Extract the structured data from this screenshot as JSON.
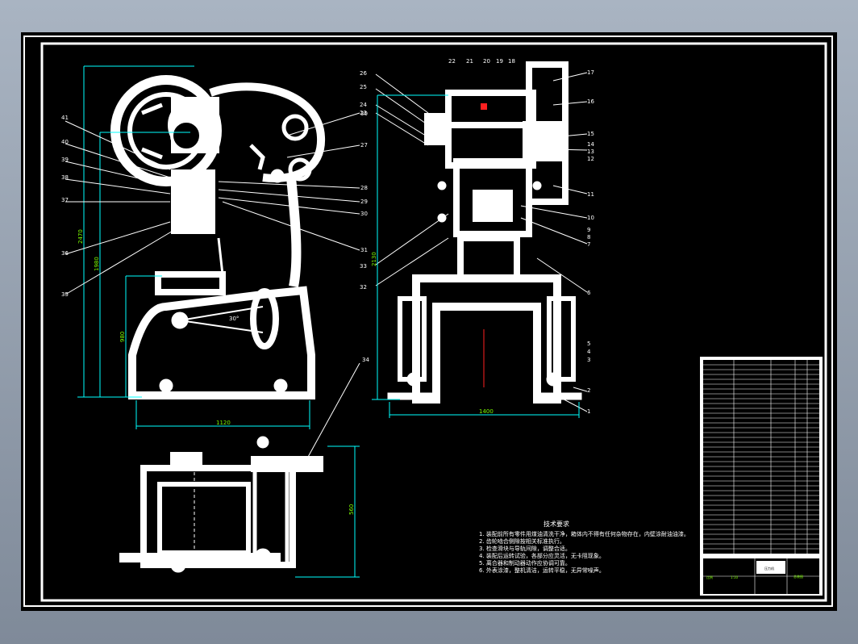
{
  "drawing": {
    "side_view": {
      "part_labels": [
        "41",
        "40",
        "39",
        "38",
        "37",
        "36",
        "35"
      ],
      "right_labels": [
        "30",
        "27",
        "28",
        "29",
        "30",
        "31"
      ],
      "dimensions": {
        "height_total": "2470",
        "height_mid": "1980",
        "height_low": "980",
        "width_base": "1120",
        "angle": "30°"
      }
    },
    "front_view": {
      "top_labels": [
        "22",
        "21",
        "20",
        "19",
        "18"
      ],
      "left_labels": [
        "26",
        "25",
        "24",
        "23",
        "33",
        "32"
      ],
      "right_labels": [
        "17",
        "16",
        "15",
        "14",
        "13",
        "12",
        "11",
        "10",
        "9",
        "8",
        "7",
        "6",
        "5",
        "4",
        "3",
        "2",
        "1"
      ],
      "dimensions": {
        "height": "2130",
        "width_base": "1400"
      }
    },
    "top_view": {
      "callout": "34",
      "dimensions": {
        "depth": "560"
      }
    },
    "notes": {
      "title": "技术要求",
      "items": [
        "1. 装配前所有零件用煤油清洗干净，箱体内不得有任何杂物存在，内壁涂耐油油漆。",
        "2. 齿轮啮合侧隙按相关标准执行。",
        "3. 检查滑块与导轨间隙，调整合适。",
        "4. 装配后运转试验，各部分应灵活，无卡阻现象。",
        "5. 离合器和制动器动作应协调可靠。",
        "6. 外表涂漆，整机清洁，运转平稳，无异常噪声。"
      ]
    }
  },
  "title_block": {
    "drawing_name": "压力机",
    "project": "总装图",
    "scale_label": "比例",
    "scale_value": "1:10"
  },
  "colors": {
    "line": "#ffffff",
    "dimension": "#7cfc00",
    "leader": "#00ffff",
    "center": "#ff2020",
    "background": "#000000"
  }
}
